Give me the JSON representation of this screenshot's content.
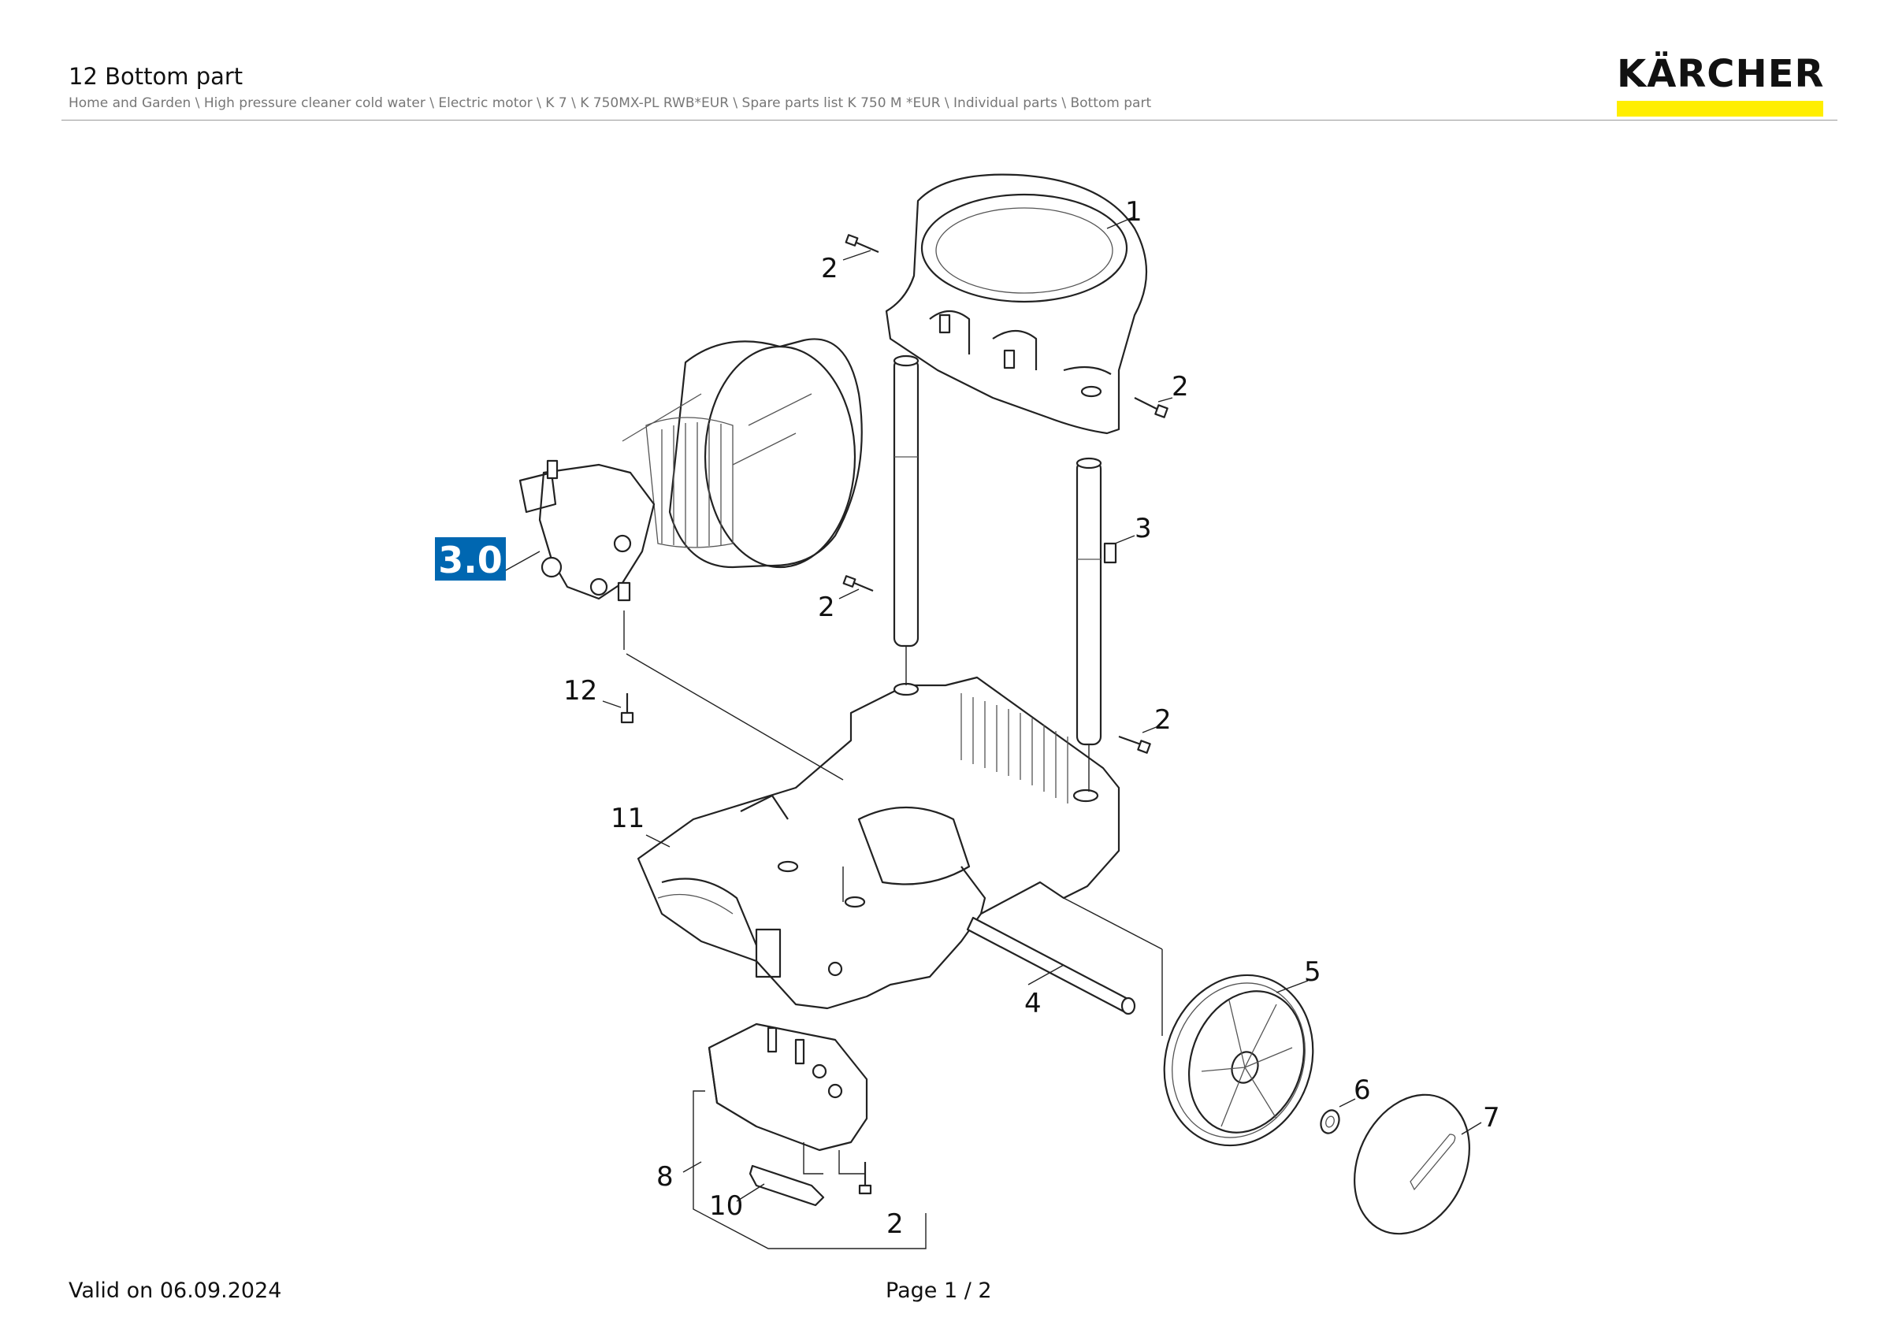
{
  "header": {
    "title": "12 Bottom part",
    "breadcrumb": "Home and Garden \\ High pressure cleaner cold water \\ Electric motor \\ K 7 \\ K 750MX-PL RWB*EUR \\ Spare parts list K 750 M *EUR \\ Individual parts \\ Bottom part"
  },
  "logo": {
    "text": "KÄRCHER",
    "bar_color": "#ffee00"
  },
  "badge": {
    "label": "3.0",
    "color": "#0067b1"
  },
  "callouts": {
    "c1": "1",
    "c2a": "2",
    "c2b": "2",
    "c2c": "2",
    "c2d": "2",
    "c2e": "2",
    "c3": "3",
    "c4": "4",
    "c5": "5",
    "c6": "6",
    "c7": "7",
    "c8": "8",
    "c10": "10",
    "c11": "11",
    "c12": "12"
  },
  "footer": {
    "valid": "Valid on 06.09.2024",
    "page": "Page 1 / 2"
  }
}
